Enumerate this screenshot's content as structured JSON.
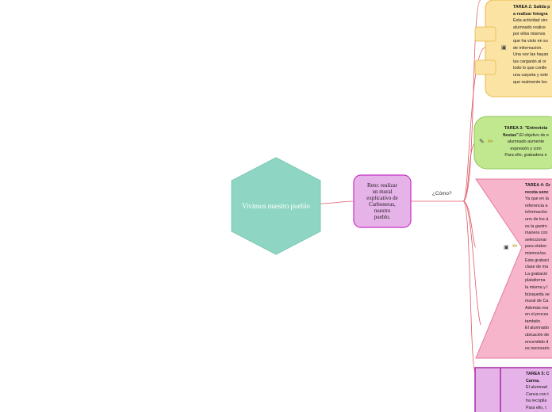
{
  "colors": {
    "connector": "#e05a66",
    "root_fill": "#8ed6c3",
    "root_stroke": "#7fc8b5",
    "reto_fill": "#e6b3e8",
    "reto_stroke": "#c832c8",
    "task2_fill": "#fbe3a3",
    "task2_stroke": "#e8b84a",
    "task3_fill": "#c2e88f",
    "task3_stroke": "#8cc45a",
    "task4_fill": "#f7b5cc",
    "task4_stroke": "#e47a9c",
    "task5_fill": "#e6b3e8",
    "task5_stroke": "#a020a0"
  },
  "root": {
    "label": "Vivimos nuestro pueblo"
  },
  "reto": {
    "lines": [
      "Reto: realizar",
      "un mural",
      "explicativo de",
      "Carboneras,",
      "nuestro",
      "pueblo."
    ]
  },
  "edge_label": "¿Cómo?",
  "tasks": {
    "t2": {
      "icons": [
        "camera-icon",
        "image-icon"
      ],
      "lines": [
        {
          "text": "TAREA 2: Salida p",
          "bold": true
        },
        {
          "text": "a realizar fotogra",
          "bold": true
        },
        {
          "text": "Esta actividad sirv",
          "bold": false
        },
        {
          "text": "alumnado realice",
          "bold": false
        },
        {
          "text": "por ellos mismos",
          "bold": false
        },
        {
          "text": "que ha visto en su",
          "bold": false
        },
        {
          "text": "de información.",
          "bold": false
        },
        {
          "text": "Una vez las hayan",
          "bold": false
        },
        {
          "text": "las cargarán al or",
          "bold": false
        },
        {
          "text": "todo lo que conlle",
          "bold": false
        },
        {
          "text": "una carpeta y sele",
          "bold": false
        },
        {
          "text": "que realmente les",
          "bold": false
        }
      ]
    },
    "t3": {
      "icons": [
        "microphone-icon",
        "pencil-icon"
      ],
      "lines": [
        {
          "text": "TAREA 3: \"Entrevista",
          "bold": true,
          "mixed": ""
        },
        {
          "text": "fiestas\".",
          "bold": true,
          "mixed": "El objetivo de e"
        },
        {
          "text": "alumnado aumente",
          "bold": false,
          "mixed": ""
        },
        {
          "text": "expresión y com",
          "bold": false,
          "mixed": ""
        },
        {
          "text": "Para ello, grabadora e",
          "bold": false,
          "mixed": ""
        }
      ]
    },
    "t4": {
      "icons": [
        "camera-icon",
        "pencil-icon"
      ],
      "lines": [
        {
          "text": "TAREA 4: Gr",
          "bold": true
        },
        {
          "text": "receta senc",
          "bold": true
        },
        {
          "text": "Ya que en la",
          "bold": false
        },
        {
          "text": "referencia a",
          "bold": false
        },
        {
          "text": "información",
          "bold": false
        },
        {
          "text": "uno de los á",
          "bold": false
        },
        {
          "text": "es la gastro",
          "bold": false
        },
        {
          "text": "manera con",
          "bold": false
        },
        {
          "text": "seleccionar",
          "bold": false
        },
        {
          "text": "para elabor",
          "bold": false
        },
        {
          "text": "mismos/as.",
          "bold": false
        },
        {
          "text": "Esta grabaci",
          "bold": false
        },
        {
          "text": "clase de ma",
          "bold": false
        },
        {
          "text": "La grabació",
          "bold": false
        },
        {
          "text": "plataforma",
          "bold": false
        },
        {
          "text": "la misma y l",
          "bold": false
        },
        {
          "text": "búsqueda se",
          "bold": false
        },
        {
          "text": "mural de Ca",
          "bold": false
        },
        {
          "text": "Además rea",
          "bold": false
        },
        {
          "text": "en el proces",
          "bold": false
        },
        {
          "text": "también.",
          "bold": false
        },
        {
          "text": "El alumnado",
          "bold": false
        },
        {
          "text": "ubicación de",
          "bold": false
        },
        {
          "text": "encendido d",
          "bold": false
        },
        {
          "text": "es necesario",
          "bold": false
        }
      ]
    },
    "t5": {
      "lines": [
        {
          "text": "TAREA 5: C",
          "bold": true
        },
        {
          "text": "Canva.",
          "bold": true
        },
        {
          "text": "El alumnad",
          "bold": false
        },
        {
          "text": "Canva con t",
          "bold": false
        },
        {
          "text": "ha recopila",
          "bold": false
        },
        {
          "text": "Para ello, t",
          "bold": false
        }
      ]
    }
  }
}
